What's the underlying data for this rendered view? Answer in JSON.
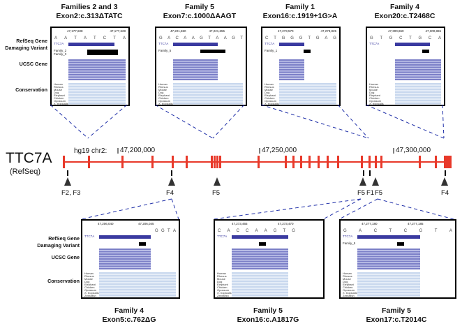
{
  "assembly_label": "hg19 chr2:",
  "gene": {
    "name": "TTC7A",
    "track": "(RefSeq)"
  },
  "coordinate_ticks": [
    "47,200,000",
    "47,250,000",
    "47,300,000"
  ],
  "side_labels": [
    "RefSeq Gene",
    "Damaging Variant",
    "UCSC Gene",
    "Conservation"
  ],
  "top_panels": [
    {
      "title": "Families 2 and 3",
      "variant": "Exon2:c.313ΔTATC",
      "coords": [
        "47,177,608",
        "47,177,628"
      ],
      "sequence": [
        "A",
        "A",
        "T",
        "A",
        "T",
        "C",
        "T",
        "A"
      ],
      "variant_labels": [
        "Family_2",
        "Family_3"
      ]
    },
    {
      "title": "Family 5",
      "variant": "Exon7:c.1000ΔAAGT",
      "coords": [
        "47,221,650",
        "47,221,655"
      ],
      "sequence": [
        "G",
        "A",
        "C",
        "A",
        "A",
        "G",
        "T",
        "A",
        "A",
        "G",
        "T"
      ],
      "variant_labels": [
        "Family_5"
      ]
    },
    {
      "title": "Family 1",
      "variant": "Exon16:c.1919+1G>A",
      "coords": [
        "47,273,570",
        "47,273,825"
      ],
      "sequence": [
        "C",
        "T",
        "G",
        "G",
        "G",
        "T",
        "G",
        "A",
        "G"
      ],
      "variant_labels": [
        "Family_1"
      ]
    },
    {
      "title": "Family 4",
      "variant": "Exon20:c.T2468C",
      "coords": [
        "47,300,860",
        "47,300,865"
      ],
      "sequence": [
        "G",
        "T",
        "G",
        "C",
        "T",
        "G",
        "C",
        "A"
      ],
      "variant_labels": []
    }
  ],
  "bottom_panels": [
    {
      "title": "Family 4",
      "variant": "Exon5:c.762ΔG",
      "coords": [
        "47,206,040",
        "47,206,045"
      ],
      "sequence": [
        "G",
        "G",
        "T",
        "A"
      ],
      "variant_labels": []
    },
    {
      "title": "Family 5",
      "variant": "Exon16:c.A1817G",
      "coords": [
        "47,273,465",
        "47,273,470"
      ],
      "sequence": [
        "C",
        "A",
        "C",
        "C",
        "A",
        "A",
        "G",
        "T",
        "G"
      ],
      "variant_labels": []
    },
    {
      "title": "Family 5",
      "variant": "Exon17:c.T2014C",
      "coords": [
        "47,277,180",
        "47,277,185"
      ],
      "sequence": [
        "G",
        "A",
        "C",
        "T",
        "C",
        "G",
        "T",
        "A"
      ],
      "variant_labels": [
        "Family_5"
      ]
    }
  ],
  "variant_markers": [
    "F2, F3",
    "F4",
    "F5",
    "F5",
    "F1",
    "F5",
    "F4"
  ],
  "species": [
    "Human",
    "Rhesus",
    "Mouse",
    "Dog",
    "Elephant",
    "Chicken",
    "Opossum",
    "X. tropicalis",
    "Zebrafish"
  ],
  "colors": {
    "exon": "#e8392a",
    "refseq": "#3a3aa0",
    "dashed": "#1f2fa8"
  }
}
